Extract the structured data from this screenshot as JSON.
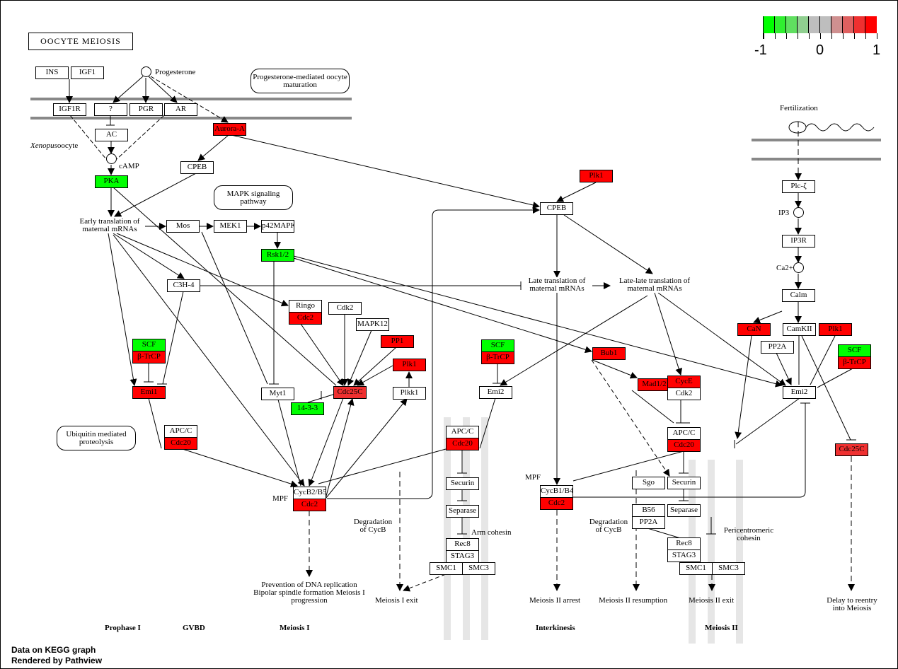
{
  "title": "OOCYTE MEIOSIS",
  "legend": {
    "min_label": "-1",
    "mid_label": "0",
    "max_label": "1",
    "colors": [
      "#00ff00",
      "#30ef30",
      "#60df60",
      "#90cf90",
      "#bebebe",
      "#bebebe",
      "#cf9090",
      "#df6060",
      "#ef3030",
      "#ff0000"
    ]
  },
  "colors": {
    "up": "#ff0000",
    "up_mid": "#ef3030",
    "down": "#00ff00",
    "none": "#ffffff"
  },
  "nodes": [
    {
      "id": "ins",
      "label": "INS",
      "color": "none"
    },
    {
      "id": "igf1",
      "label": "IGF1",
      "color": "none"
    },
    {
      "id": "igf1r",
      "label": "IGF1R",
      "color": "none"
    },
    {
      "id": "unknown",
      "label": "?",
      "color": "none"
    },
    {
      "id": "pgr",
      "label": "PGR",
      "color": "none"
    },
    {
      "id": "ar",
      "label": "AR",
      "color": "none"
    },
    {
      "id": "ac",
      "label": "AC",
      "color": "none"
    },
    {
      "id": "aurora",
      "label": "Aurora-A",
      "color": "up"
    },
    {
      "id": "cpeb1",
      "label": "CPEB",
      "color": "none"
    },
    {
      "id": "pka",
      "label": "PKA",
      "color": "down"
    },
    {
      "id": "mos",
      "label": "Mos",
      "color": "none"
    },
    {
      "id": "mek1",
      "label": "MEK1",
      "color": "none"
    },
    {
      "id": "p42",
      "label": "p42MAPK",
      "color": "none"
    },
    {
      "id": "rsk",
      "label": "Rsk1/2",
      "color": "down"
    },
    {
      "id": "c3h4",
      "label": "C3H-4",
      "color": "none"
    },
    {
      "id": "ringo",
      "label": "Ringo",
      "color": "none"
    },
    {
      "id": "ringo_cdc2",
      "label": "Cdc2",
      "color": "up"
    },
    {
      "id": "cdk2a",
      "label": "Cdk2",
      "color": "none"
    },
    {
      "id": "mapk12",
      "label": "MAPK12",
      "color": "none"
    },
    {
      "id": "pp1",
      "label": "PP1",
      "color": "up"
    },
    {
      "id": "plk1a",
      "label": "Plk1",
      "color": "up"
    },
    {
      "id": "scf1",
      "label": "SCF",
      "color": "down"
    },
    {
      "id": "btrcp1",
      "label": "β-TrCP",
      "color": "up"
    },
    {
      "id": "emi1",
      "label": "Emi1",
      "color": "up"
    },
    {
      "id": "myt1",
      "label": "Myt1",
      "color": "none"
    },
    {
      "id": "cdc25c1",
      "label": "Cdc25C",
      "color": "up_mid"
    },
    {
      "id": "plkk1",
      "label": "Plkk1",
      "color": "none"
    },
    {
      "id": "p1433",
      "label": "14-3-3",
      "color": "down"
    },
    {
      "id": "apc1",
      "label": "APC/C",
      "color": "none"
    },
    {
      "id": "cdc20a",
      "label": "Cdc20",
      "color": "up"
    },
    {
      "id": "cycb2",
      "label": "CycB2/B5",
      "color": "none"
    },
    {
      "id": "cdc2a",
      "label": "Cdc2",
      "color": "up"
    },
    {
      "id": "cpeb2",
      "label": "CPEB",
      "color": "none"
    },
    {
      "id": "plk1b",
      "label": "Plk1",
      "color": "up"
    },
    {
      "id": "scf2",
      "label": "SCF",
      "color": "down"
    },
    {
      "id": "btrcp2",
      "label": "β-TrCP",
      "color": "up"
    },
    {
      "id": "emi2a",
      "label": "Emi2",
      "color": "none"
    },
    {
      "id": "apc2",
      "label": "APC/C",
      "color": "none"
    },
    {
      "id": "cdc20b",
      "label": "Cdc20",
      "color": "up"
    },
    {
      "id": "securin1",
      "label": "Securin",
      "color": "none"
    },
    {
      "id": "separase1",
      "label": "Separase",
      "color": "none"
    },
    {
      "id": "rec8a",
      "label": "Rec8",
      "color": "none"
    },
    {
      "id": "stag3a",
      "label": "STAG3",
      "color": "none"
    },
    {
      "id": "smc1a",
      "label": "SMC1",
      "color": "none"
    },
    {
      "id": "smc3a",
      "label": "SMC3",
      "color": "none"
    },
    {
      "id": "bub1",
      "label": "Bub1",
      "color": "up"
    },
    {
      "id": "mad12",
      "label": "Mad1/2",
      "color": "up"
    },
    {
      "id": "cyce",
      "label": "CycE",
      "color": "up"
    },
    {
      "id": "cdk2b",
      "label": "Cdk2",
      "color": "none"
    },
    {
      "id": "apc3",
      "label": "APC/C",
      "color": "none"
    },
    {
      "id": "cdc20c",
      "label": "Cdc20",
      "color": "up"
    },
    {
      "id": "sgo",
      "label": "Sgo",
      "color": "none"
    },
    {
      "id": "b56",
      "label": "B56",
      "color": "none"
    },
    {
      "id": "pp2a1",
      "label": "PP2A",
      "color": "none"
    },
    {
      "id": "securin2",
      "label": "Securin",
      "color": "none"
    },
    {
      "id": "separase2",
      "label": "Separase",
      "color": "none"
    },
    {
      "id": "rec8b",
      "label": "Rec8",
      "color": "none"
    },
    {
      "id": "stag3b",
      "label": "STAG3",
      "color": "none"
    },
    {
      "id": "smc1b",
      "label": "SMC1",
      "color": "none"
    },
    {
      "id": "smc3b",
      "label": "SMC3",
      "color": "none"
    },
    {
      "id": "cycb1",
      "label": "CycB1/B4",
      "color": "none"
    },
    {
      "id": "cdc2b",
      "label": "Cdc2",
      "color": "up"
    },
    {
      "id": "can",
      "label": "CaN",
      "color": "up"
    },
    {
      "id": "camkii",
      "label": "CamKII",
      "color": "none"
    },
    {
      "id": "plk1c",
      "label": "Plk1",
      "color": "up"
    },
    {
      "id": "pp2a2",
      "label": "PP2A",
      "color": "none"
    },
    {
      "id": "scf3",
      "label": "SCF",
      "color": "down"
    },
    {
      "id": "btrcp3",
      "label": "β-TrCP",
      "color": "up"
    },
    {
      "id": "emi2b",
      "label": "Emi2",
      "color": "none"
    },
    {
      "id": "cdc25c2",
      "label": "Cdc25C",
      "color": "up_mid"
    },
    {
      "id": "plcz",
      "label": "Plc-ζ",
      "color": "none"
    },
    {
      "id": "ip3r",
      "label": "IP3R",
      "color": "none"
    },
    {
      "id": "calm",
      "label": "Calm",
      "color": "none"
    }
  ],
  "labels": {
    "progesterone": "Progesterone",
    "xenopus": "Xenopus",
    "oocyte": "oocyte",
    "camp": "cAMP",
    "early_translation": "Early translation of maternal mRNAs",
    "late_translation": "Late translation of maternal mRNAs",
    "late_late_translation": "Late-late translation of maternal mRNAs",
    "fertilization": "Fertilization",
    "ip3": "IP3",
    "ca": "Ca2+",
    "mpf1": "MPF",
    "mpf2": "MPF",
    "degradation1": "Degradation of CycB",
    "degradation2": "Degradation of CycB",
    "arm_cohesin": "Arm cohesin",
    "pericentromeric": "Pericentromeric cohesin",
    "out_prevention": "Prevention of DNA replication Bipolar spindle formation Meiosis I progression",
    "out_meiosis1_exit": "Meiosis I exit",
    "out_meiosis2_arrest": "Meiosis II arrest",
    "out_meiosis2_resumption": "Meiosis II resumption",
    "out_meiosis2_exit": "Meiosis II exit",
    "out_delay": "Delay to reentry into Meiosis"
  },
  "pathway_links": {
    "progesterone_maturation": "Progesterone-mediated oocyte maturation",
    "mapk": "MAPK signaling pathway",
    "ubiquitin": "Ubiquitin mediated proteolysis"
  },
  "phases": [
    "Prophase I",
    "GVBD",
    "Meiosis I",
    "Interkinesis",
    "Meiosis II"
  ],
  "footer": {
    "line1": "Data on KEGG graph",
    "line2": "Rendered by Pathview"
  }
}
